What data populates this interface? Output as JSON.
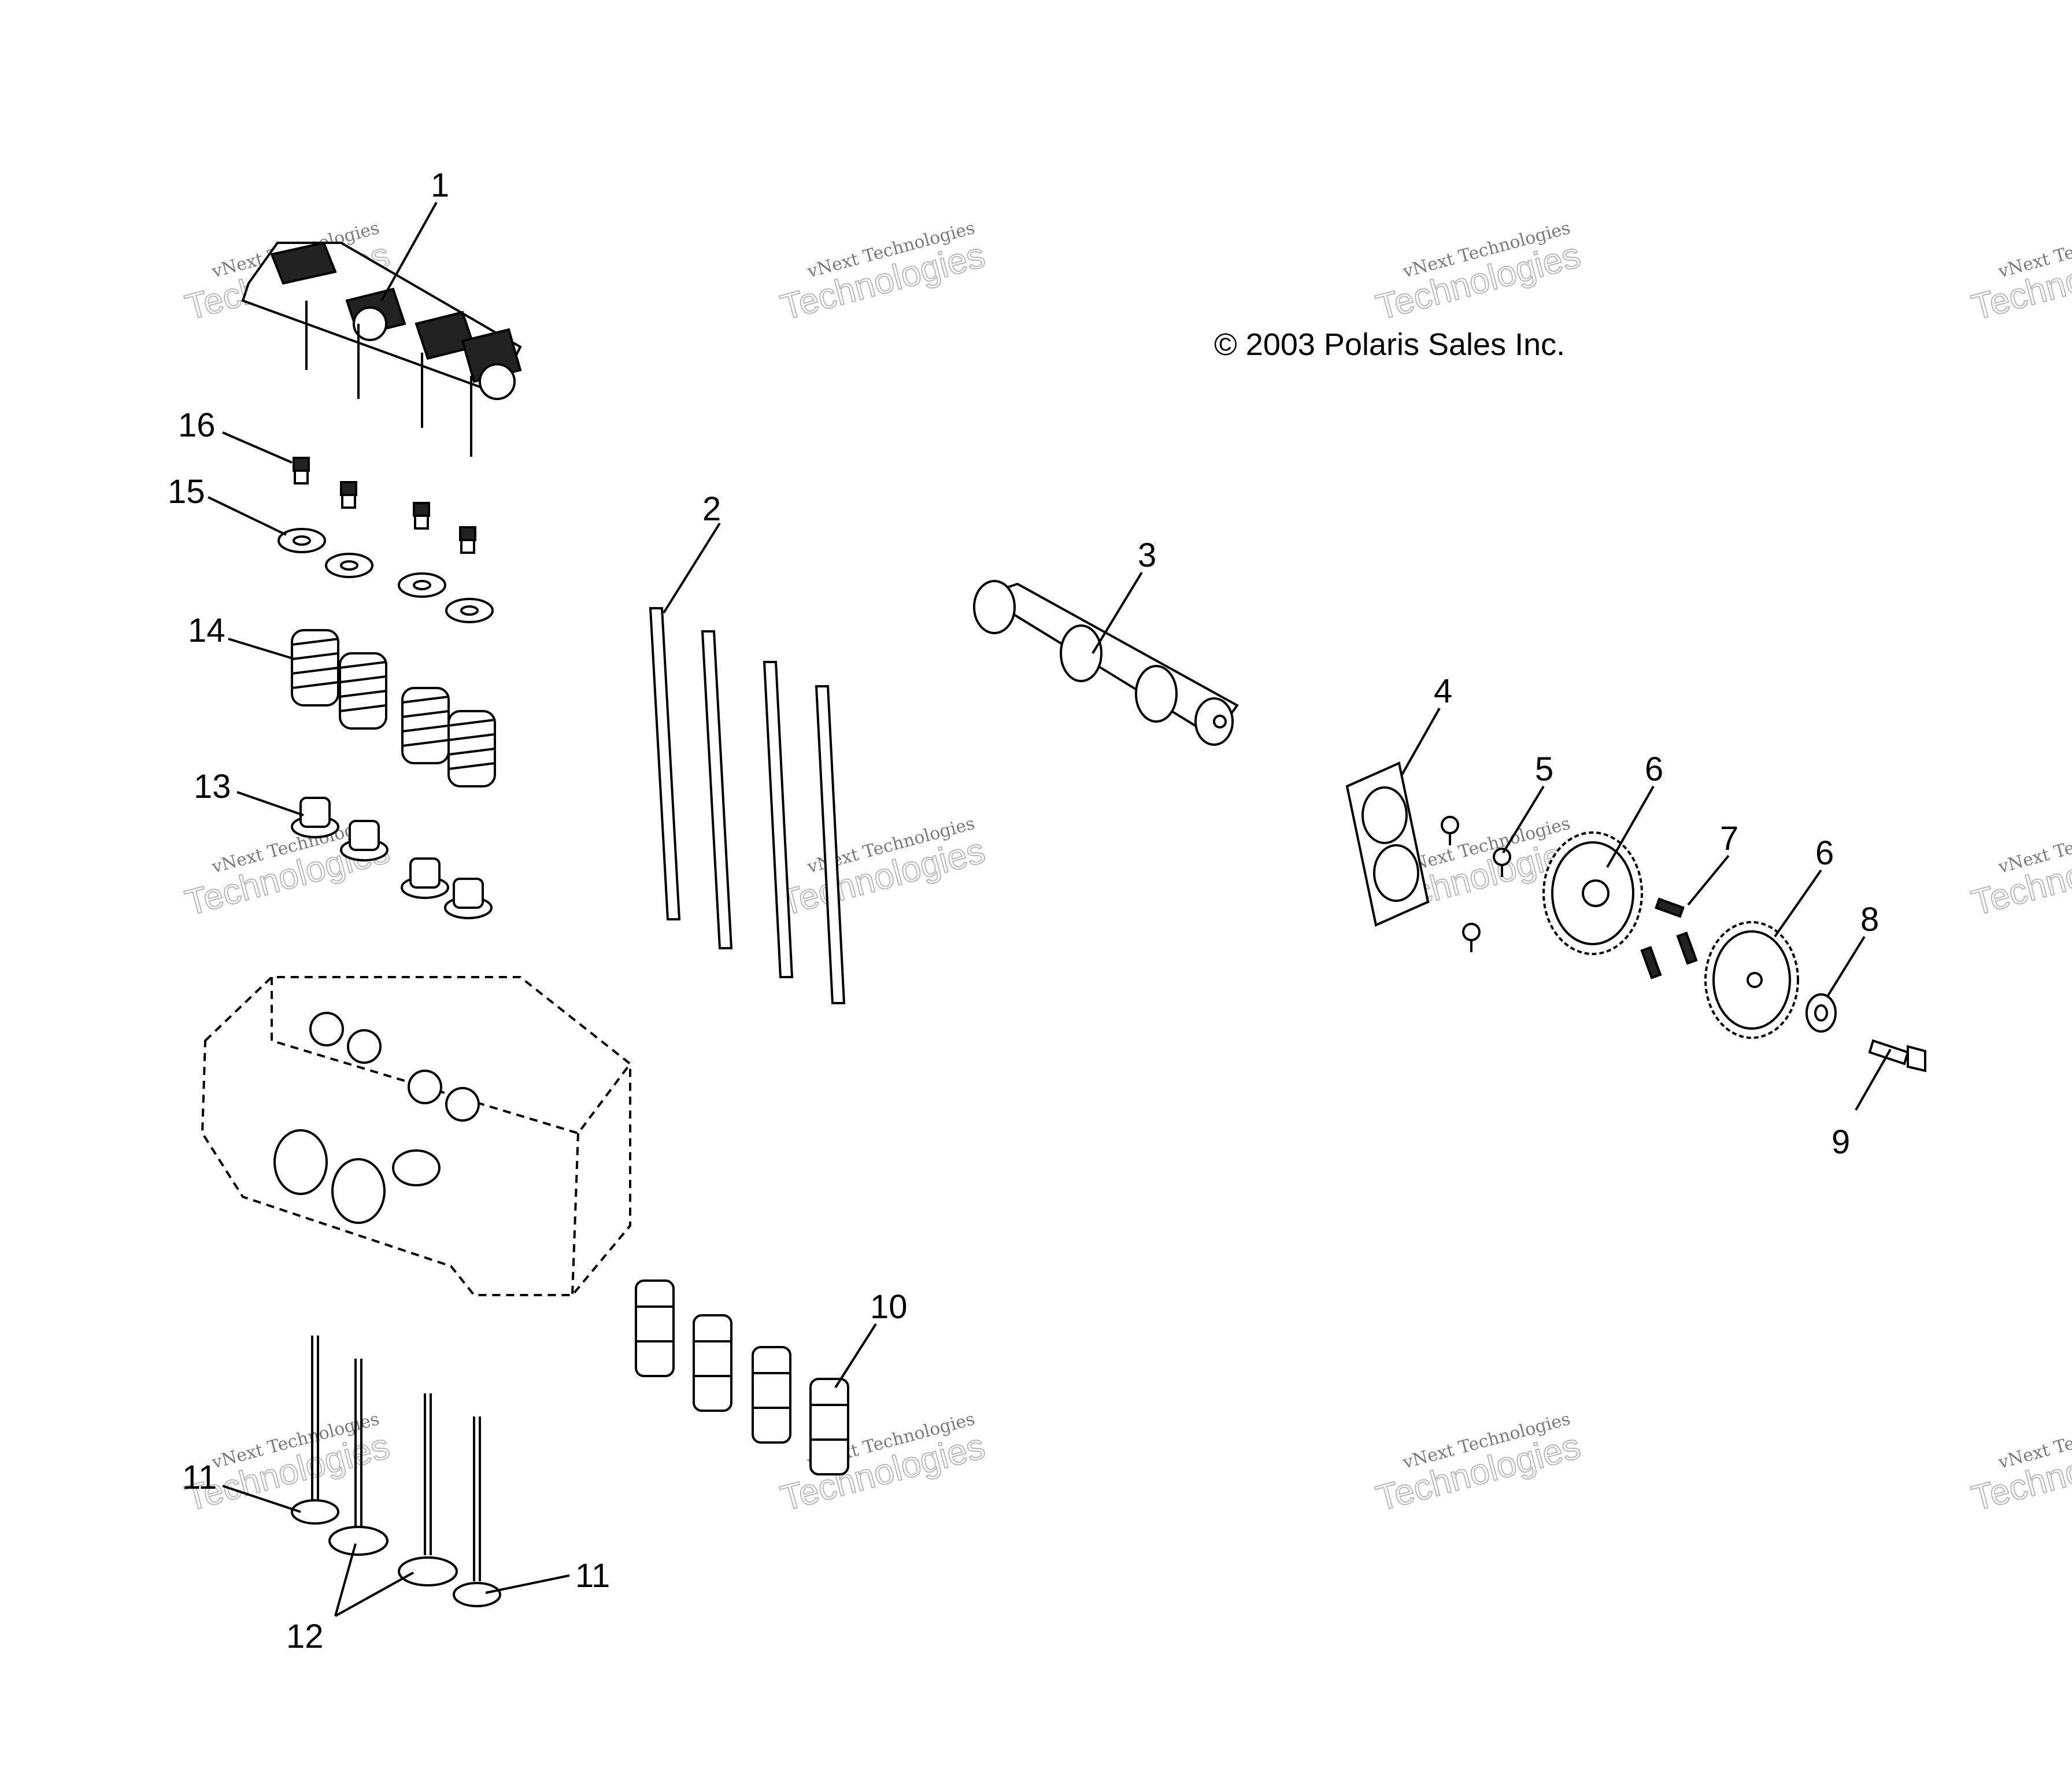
{
  "copyright": "© 2003 Polaris Sales Inc.",
  "watermark": {
    "line1": "vNext Technologies",
    "line2": "Technologies"
  },
  "callouts": {
    "c1": "1",
    "c2": "2",
    "c3": "3",
    "c4": "4",
    "c5": "5",
    "c6a": "6",
    "c6b": "6",
    "c7": "7",
    "c8": "8",
    "c9": "9",
    "c10": "10",
    "c11a": "11",
    "c11b": "11",
    "c12": "12",
    "c13": "13",
    "c14": "14",
    "c15": "15",
    "c16": "16"
  }
}
